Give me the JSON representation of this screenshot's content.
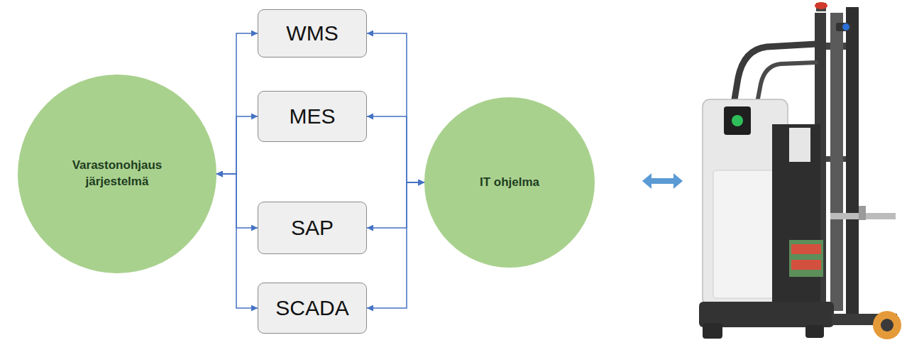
{
  "diagram": {
    "nodes": [
      {
        "text": [
          "Varastonohjaus järjestelmä"
        ]
      },
      {
        "text": [
          "WMS"
        ]
      },
      {
        "text": [
          "MES"
        ]
      },
      {
        "text": [
          "SAP"
        ]
      },
      {
        "text": [
          "SCADA"
        ]
      },
      {
        "text": [
          "IT ohjelma"
        ]
      }
    ],
    "edges": [
      {
        "from": 0,
        "to": 1,
        "arrow": "both"
      },
      {
        "from": 0,
        "to": 2,
        "arrow": "both"
      },
      {
        "from": 0,
        "to": 3,
        "arrow": "both"
      },
      {
        "from": 0,
        "to": 4,
        "arrow": "both"
      },
      {
        "from": 5,
        "to": 1,
        "arrow": "both"
      },
      {
        "from": 5,
        "to": 2,
        "arrow": "both"
      },
      {
        "from": 5,
        "to": 3,
        "arrow": "both"
      },
      {
        "from": 5,
        "to": 4,
        "arrow": "both"
      }
    ]
  }
}
